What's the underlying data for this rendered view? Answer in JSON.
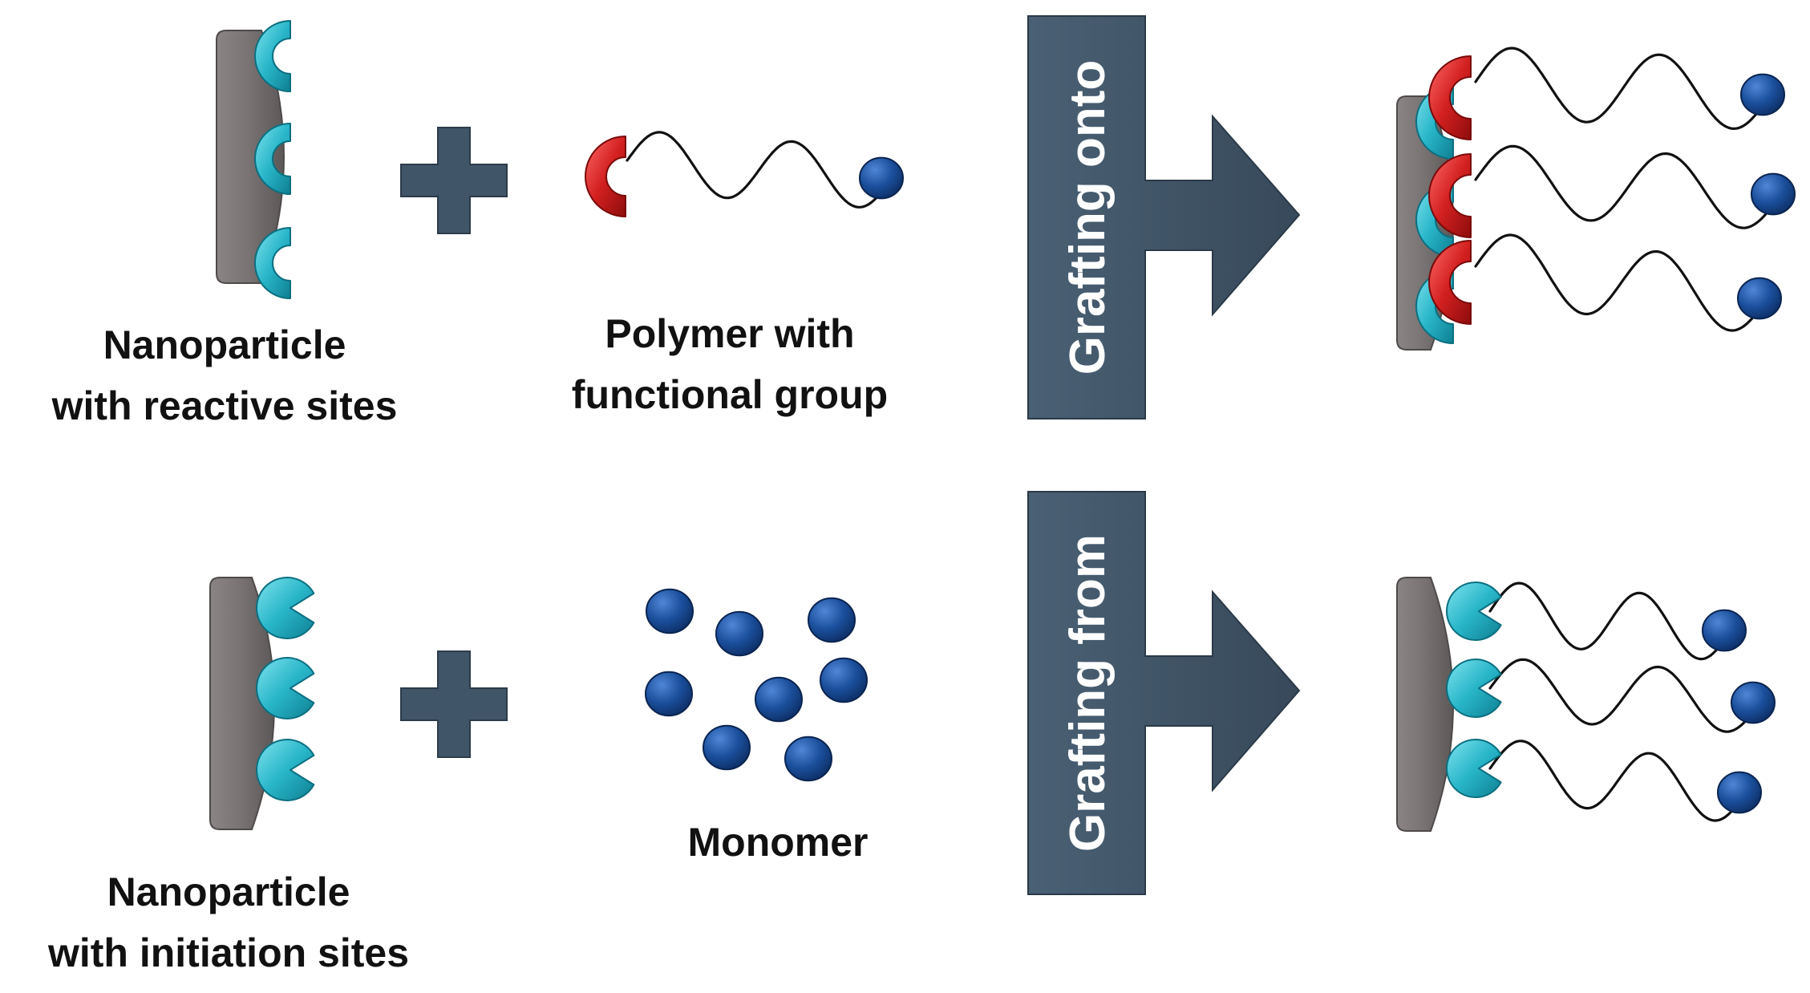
{
  "labels": {
    "nanoparticle_reactive": [
      "Nanoparticle",
      "with reactive sites"
    ],
    "polymer_functional": [
      "Polymer with",
      "functional group"
    ],
    "monomer": "Monomer",
    "nanoparticle_initiation": [
      "Nanoparticle",
      "with initiation sites"
    ]
  },
  "arrows": {
    "top": "Grafting onto",
    "bottom": "Grafting from"
  },
  "colors": {
    "nanoparticle": "#7a7474",
    "reactive_site": "#29b6c9",
    "functional_group": "#d32020",
    "bead": "#1b4f9c",
    "arrow": "#3f5466",
    "plus": "#415569",
    "chain": "#111111"
  },
  "icons": {
    "reactive_site": "cup-shaped-site-icon",
    "initiation_site": "pacman-site-icon",
    "functional_group": "red-cup-group-icon",
    "bead": "blue-sphere-icon",
    "plus": "plus-icon",
    "arrow": "right-turn-arrow-icon"
  }
}
